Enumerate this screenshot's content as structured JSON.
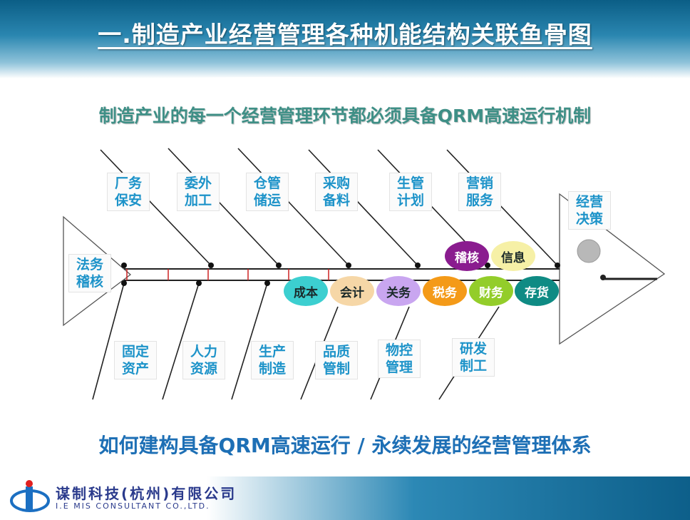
{
  "title": "一.制造产业经营管理各种机能结构关联鱼骨图",
  "subtitle": "制造产业的每一个经营管理环节都必须具备QRM高速运行机制",
  "top_labels": [
    {
      "line1": "厂务",
      "line2": "保安"
    },
    {
      "line1": "委外",
      "line2": "加工"
    },
    {
      "line1": "仓管",
      "line2": "储运"
    },
    {
      "line1": "采购",
      "line2": "备料"
    },
    {
      "line1": "生管",
      "line2": "计划"
    },
    {
      "line1": "营销",
      "line2": "服务"
    }
  ],
  "bottom_labels": [
    {
      "line1": "固定",
      "line2": "资产"
    },
    {
      "line1": "人力",
      "line2": "资源"
    },
    {
      "line1": "生产",
      "line2": "制造"
    },
    {
      "line1": "品质",
      "line2": "管制"
    },
    {
      "line1": "物控",
      "line2": "管理"
    },
    {
      "line1": "研发",
      "line2": "制工"
    }
  ],
  "tail_label": {
    "line1": "法务",
    "line2": "稽核"
  },
  "head_label": {
    "line1": "经营",
    "line2": "决策"
  },
  "spine_ovals": [
    {
      "text": "成本",
      "color": "#3ccfd0",
      "text_color": "#1b2a2a"
    },
    {
      "text": "会计",
      "color": "#f6d7a7",
      "text_color": "#1b2a2a"
    },
    {
      "text": "关务",
      "color": "#c9a6f0",
      "text_color": "#1b2a2a"
    },
    {
      "text": "税务",
      "color": "#f49a18",
      "text_color": "#ffffff"
    },
    {
      "text": "财务",
      "color": "#93cd2a",
      "text_color": "#ffffff"
    },
    {
      "text": "存货",
      "color": "#0f8b84",
      "text_color": "#ffffff"
    }
  ],
  "upper_ovals": [
    {
      "text": "稽核",
      "color": "#8a1c8f",
      "text_color": "#ffffff"
    },
    {
      "text": "信息",
      "color": "#f6f0a6",
      "text_color": "#1b2a2a"
    }
  ],
  "bottom_text": "如何建构具备QRM高速运行 / 永续发展的经营管理体系",
  "company": {
    "name_cn": "谋制科技(杭州)有限公司",
    "name_en": "I.E MIS CONSULTANT CO.,LTD."
  },
  "colors": {
    "label_text": "#1d93c9",
    "subtitle": "#3e8f86",
    "bottom_text": "#1d6fb5",
    "spine_tick": "#cc2222"
  }
}
